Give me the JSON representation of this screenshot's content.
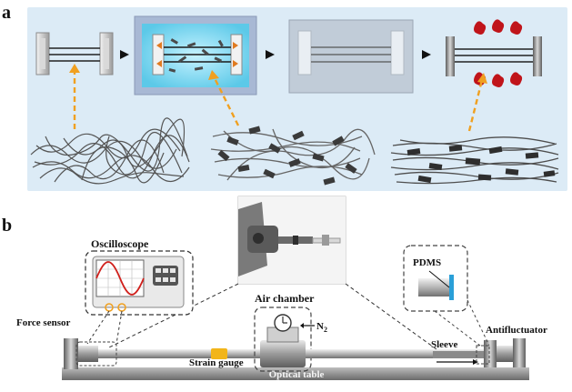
{
  "panel_a": {
    "letter": "a"
  },
  "panel_b": {
    "letter": "b",
    "labels": {
      "oscilloscope": "Oscilloscope",
      "force_sensor": "Force sensor",
      "air_chamber": "Air chamber",
      "n2_main": "N",
      "n2_sub": "2",
      "strain_gauge": "Strain gauge",
      "optical_table": "Optical table",
      "sleeve": "Sleeve",
      "antifluctuator": "Antifluctuator",
      "pdms": "PDMS"
    }
  },
  "colors": {
    "panel_a_bg": "#dcebf6",
    "arrow_orange": "#f0a020",
    "red_particles": "#c0141a",
    "cyan_bath": "#7fd6ee",
    "sine_red": "#d0201c",
    "pdms_blue": "#2a9fd8"
  }
}
